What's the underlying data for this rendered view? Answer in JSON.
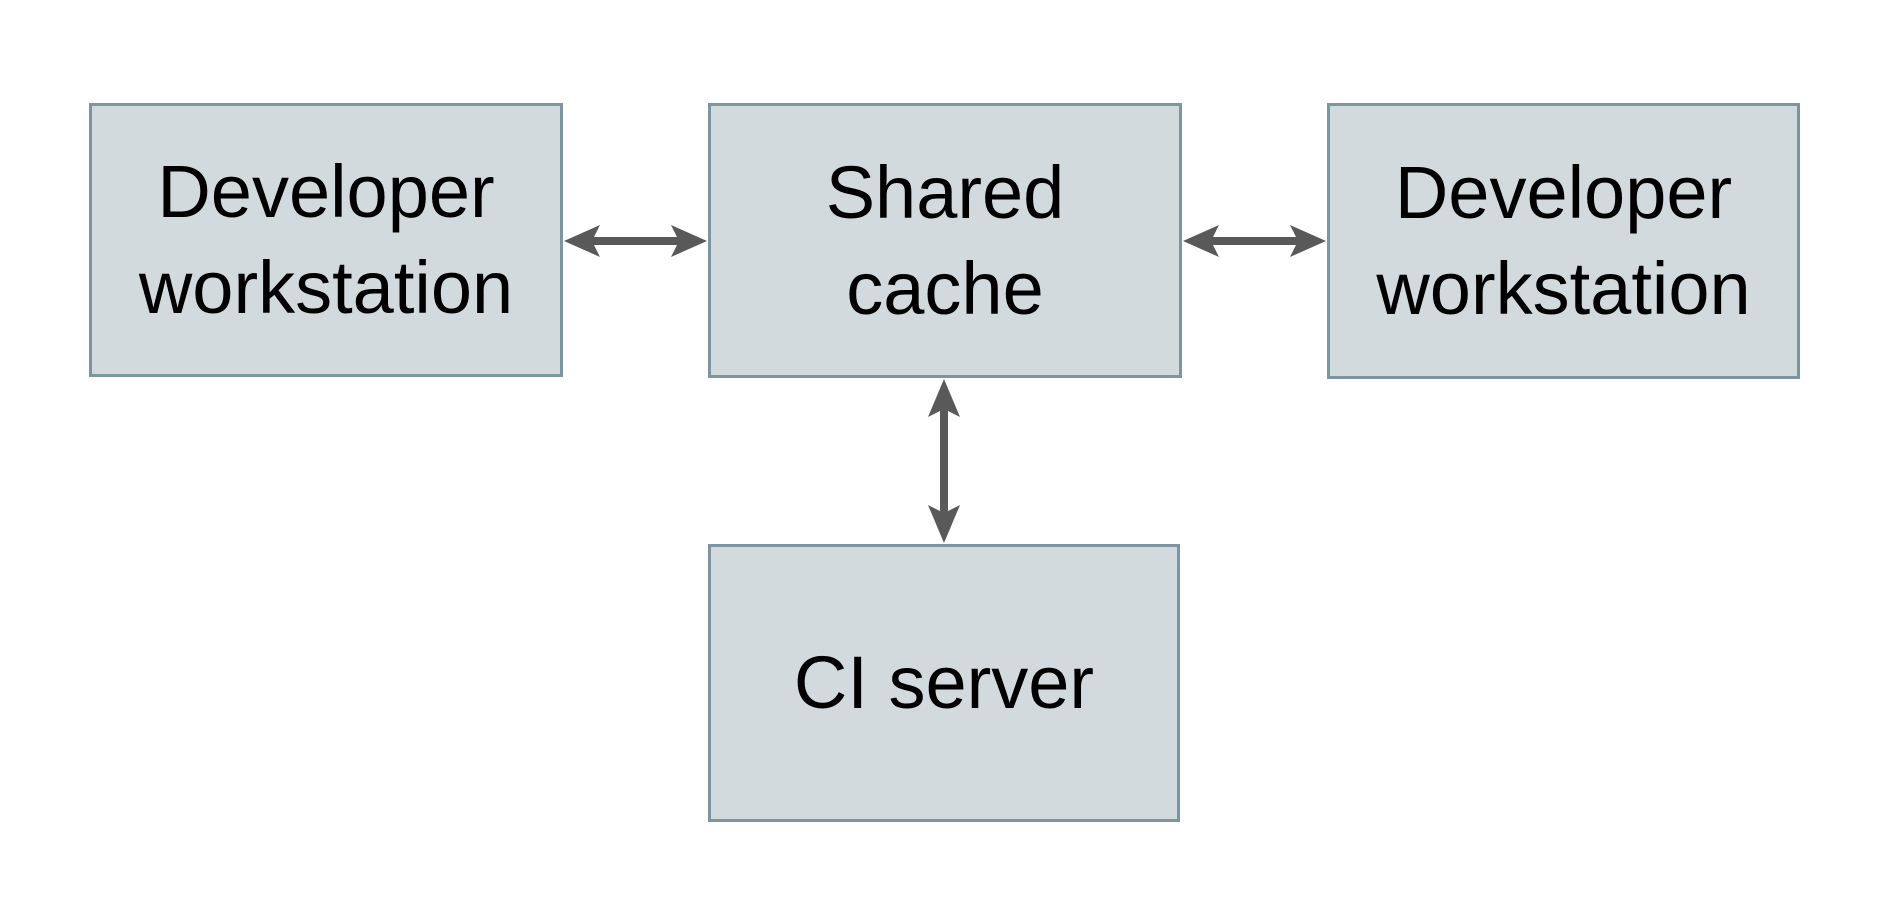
{
  "diagram": {
    "title": "shared cache architecture diagram",
    "colors": {
      "background": "#ffffff",
      "box_fill": "#d3dadd",
      "box_border": "#7d95a0",
      "arrow": "#595959",
      "text": "#000000"
    },
    "boxes": [
      {
        "id": "developer-workstation-left",
        "label": "Developer workstation",
        "lines": [
          "Developer",
          "workstation"
        ]
      },
      {
        "id": "shared-cache",
        "label": "Shared cache",
        "lines": [
          "Shared",
          "cache"
        ]
      },
      {
        "id": "developer-workstation-right",
        "label": "Developer workstation",
        "lines": [
          "Developer",
          "workstation"
        ]
      },
      {
        "id": "ci-server",
        "label": "CI server",
        "lines": [
          "CI server"
        ]
      }
    ],
    "connections": [
      {
        "from": "developer-workstation-left",
        "to": "shared-cache",
        "type": "bidirectional-arrow",
        "orientation": "horizontal"
      },
      {
        "from": "shared-cache",
        "to": "developer-workstation-right",
        "type": "bidirectional-arrow",
        "orientation": "horizontal"
      },
      {
        "from": "shared-cache",
        "to": "ci-server",
        "type": "bidirectional-arrow",
        "orientation": "vertical"
      }
    ]
  }
}
